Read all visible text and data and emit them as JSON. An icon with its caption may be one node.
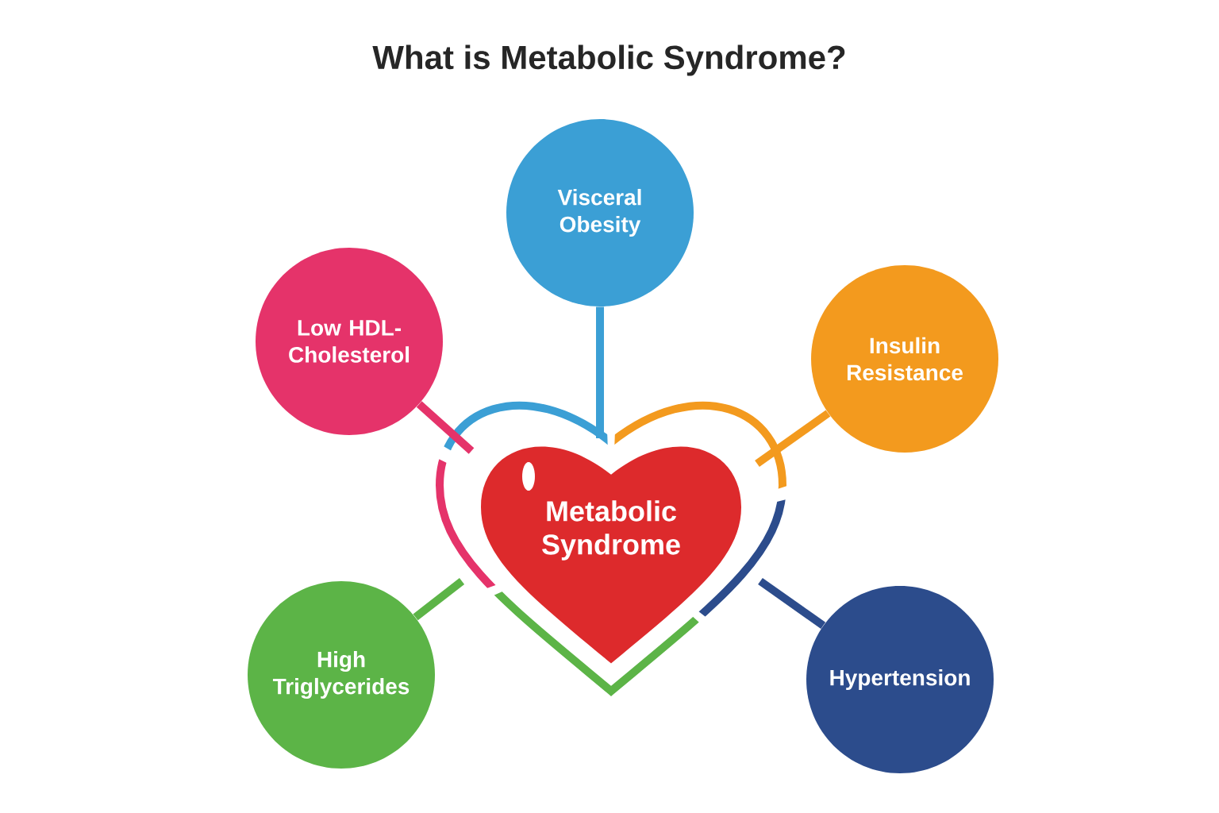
{
  "diagram": {
    "title": "What is Metabolic Syndrome?",
    "nodes": [
      {
        "text": [
          "Visceral Obesity"
        ]
      },
      {
        "text": [
          "Low HDL-Cholesterol"
        ]
      },
      {
        "text": [
          "Insulin Resistance"
        ]
      },
      {
        "text": [
          "Metabolic Syndrome"
        ]
      },
      {
        "text": [
          "High Triglycerides"
        ]
      },
      {
        "text": [
          "Hypertension"
        ]
      }
    ],
    "edges": [
      {
        "from": 0,
        "to": 3,
        "arrow": "none",
        "color": "#3b9fd5"
      },
      {
        "from": 1,
        "to": 3,
        "arrow": "none",
        "color": "#e5336a"
      },
      {
        "from": 2,
        "to": 3,
        "arrow": "none",
        "color": "#f39a1e"
      },
      {
        "from": 4,
        "to": 3,
        "arrow": "none",
        "color": "#5cb447"
      },
      {
        "from": 5,
        "to": 3,
        "arrow": "none",
        "color": "#2c4c8c"
      }
    ]
  }
}
